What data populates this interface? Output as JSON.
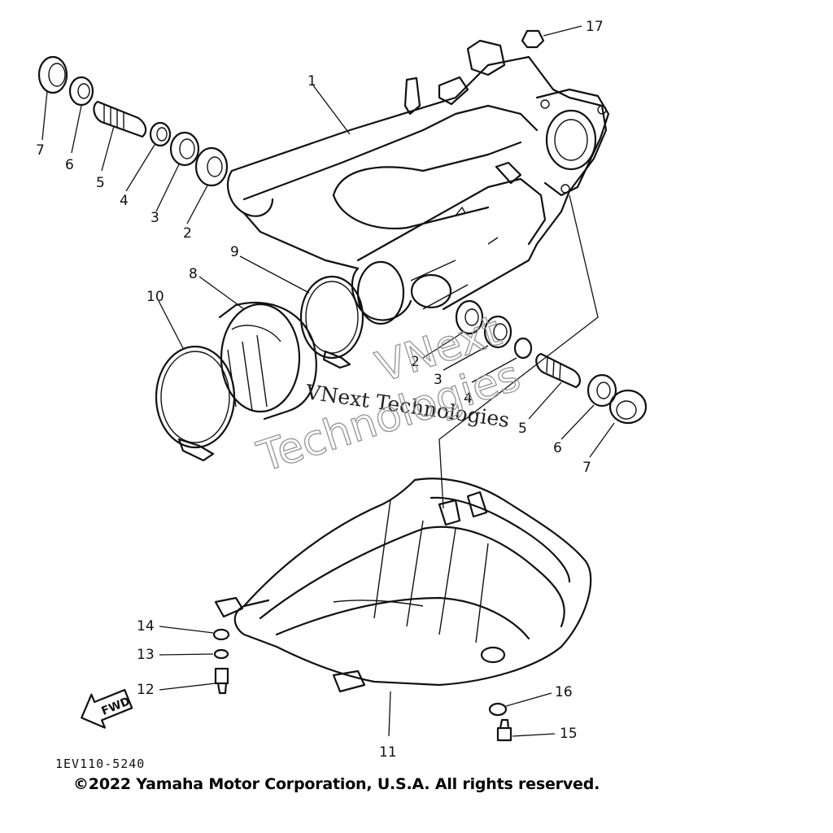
{
  "diagram": {
    "part_code": "1EV110-5240",
    "fwd_label": "FWD",
    "copyright": "©2022 Yamaha Motor Corporation, U.S.A. All rights reserved.",
    "watermark": {
      "brand_small": "VNext Technologies",
      "brand_outline_line1": "VNext",
      "brand_outline_line2": "Technologies"
    },
    "callouts": {
      "p1": "1",
      "p2_left": "2",
      "p3_left": "3",
      "p4_left": "4",
      "p5_left": "5",
      "p6_left": "6",
      "p7_left": "7",
      "p8": "8",
      "p9": "9",
      "p10": "10",
      "p2_right": "2",
      "p3_right": "3",
      "p4_right": "4",
      "p5_right": "5",
      "p6_right": "6",
      "p7_right": "7",
      "p11": "11",
      "p12": "12",
      "p13": "13",
      "p14": "14",
      "p15": "15",
      "p16": "16",
      "p17": "17"
    }
  }
}
